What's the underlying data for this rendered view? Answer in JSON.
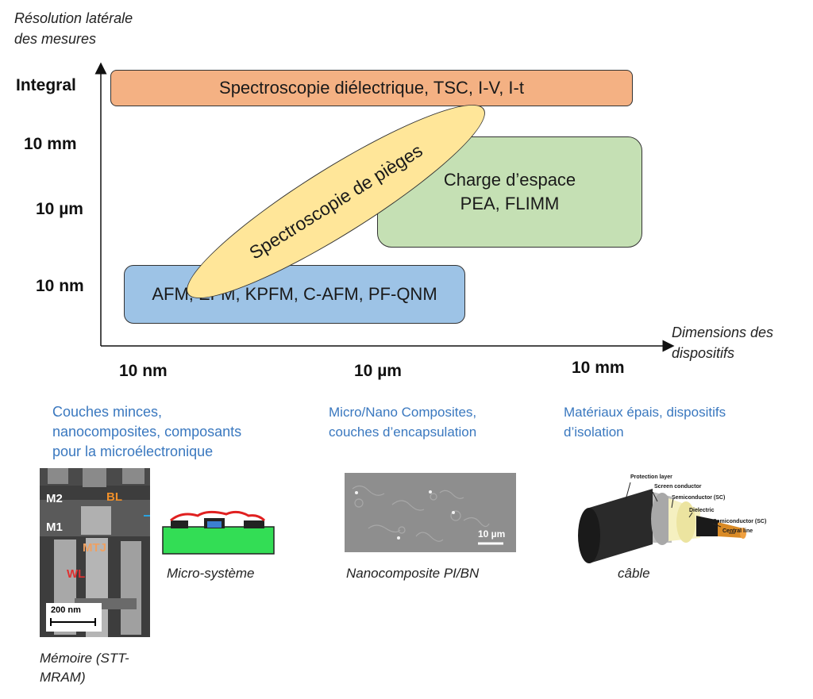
{
  "y_axis": {
    "title_line1": "Résolution latérale",
    "title_line2": "des mesures",
    "ticks": [
      "Integral",
      "10 mm",
      "10 µm",
      "10 nm"
    ]
  },
  "x_axis": {
    "title_line1": "Dimensions des",
    "title_line2": "dispositifs",
    "ticks": [
      "10 nm",
      "10 µm",
      "10 mm"
    ]
  },
  "techniques": {
    "dielectric": "Spectroscopie diélectrique, TSC, I-V, I-t",
    "trap": "Spectroscopie de pièges",
    "space_charge_line1": "Charge d’espace",
    "space_charge_line2": "PEA, FLIMM",
    "afm": "AFM, EFM, KPFM, C-AFM, PF-QNM"
  },
  "categories": [
    {
      "line1": "Couches minces,",
      "line2": "nanocomposites, composants",
      "line3": "pour la microélectronique"
    },
    {
      "line1": "Micro/Nano Composites,",
      "line2": "couches d’encapsulation",
      "line3": ""
    },
    {
      "line1": "Matériaux épais, dispositifs",
      "line2": "d’isolation",
      "line3": ""
    }
  ],
  "images": {
    "mram": {
      "m2": "M2",
      "m1": "M1",
      "bl": "BL",
      "mtj": "MTJ",
      "wl": "WL",
      "scale": "200 nm"
    },
    "sem": {
      "scale": "10 µm"
    },
    "cable": {
      "protection": "Protection layer",
      "screen": "Screen conductor",
      "sc1": "Semiconductor (SC)",
      "dielectric": "Dielectric",
      "sc2": "Semiconductor (SC)",
      "central": "Central line"
    }
  },
  "captions": {
    "mram_line1": "Mémoire (STT-",
    "mram_line2": "MRAM)",
    "microsystem": "Micro-système",
    "nanocomposite": "Nanocomposite PI/BN",
    "cable": "câble"
  },
  "colors": {
    "dielectric": "#f4b183",
    "trap": "#ffe699",
    "space_charge": "#c5e0b4",
    "afm": "#9dc3e6",
    "category_text": "#3a78bf"
  }
}
